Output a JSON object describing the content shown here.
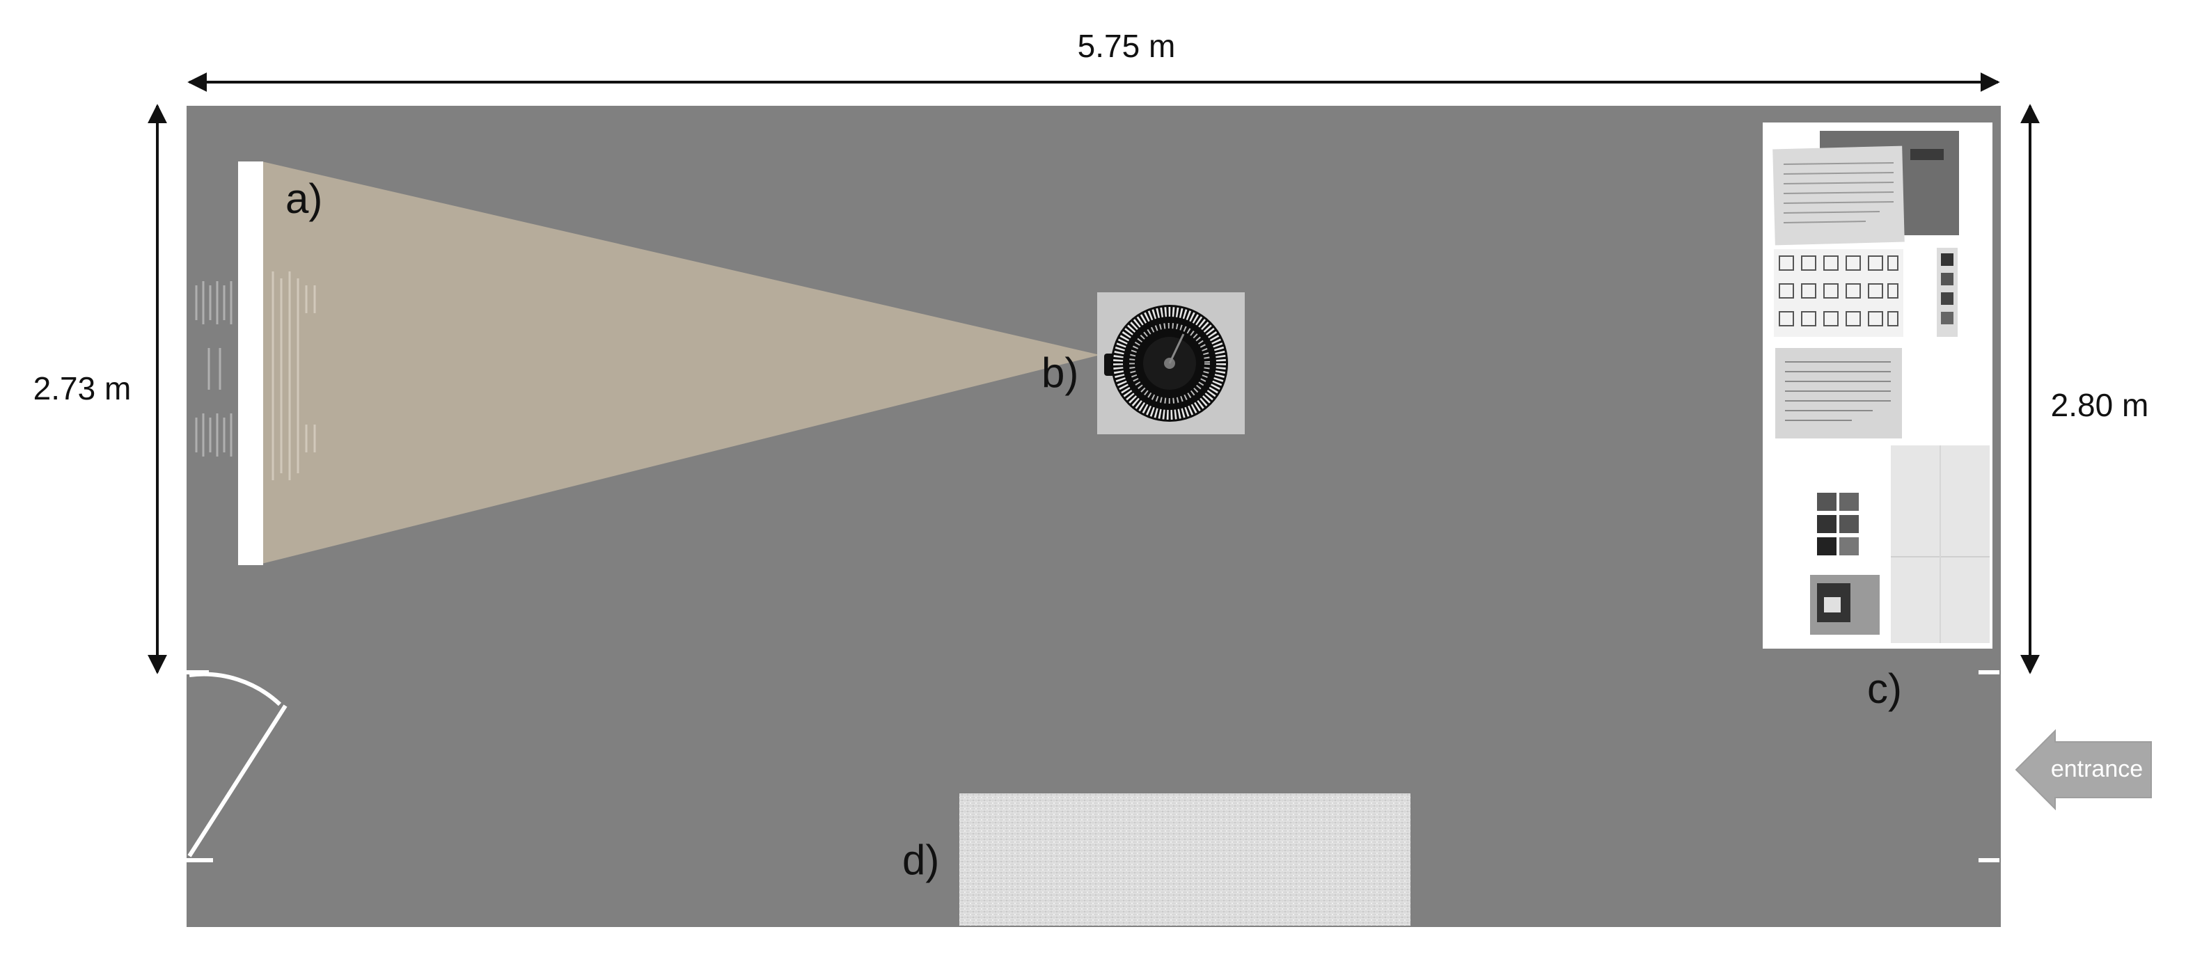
{
  "dimensions": {
    "width_label": "5.75 m",
    "left_height_label": "2.73 m",
    "right_height_label": "2.80 m"
  },
  "labels": {
    "a": "a)",
    "b": "b)",
    "c": "c)",
    "d": "d)"
  },
  "entrance_label": "entrance",
  "colors": {
    "room_floor": "#808080",
    "projection_beam": "#b6ac9b",
    "screen": "#ffffff",
    "projector_backdrop": "#c8c8c8",
    "display_panel": "#ffffff",
    "carpet": "#e4e4e4",
    "entrance_arrow": "#a8a8a8"
  }
}
